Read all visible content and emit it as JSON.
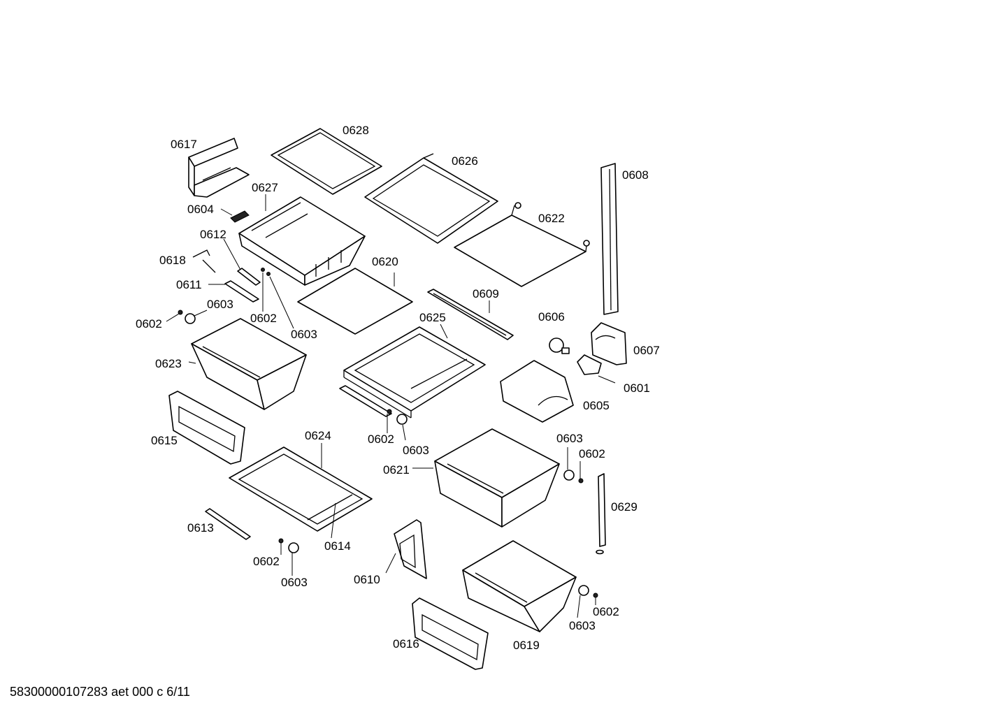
{
  "footer": "58300000107283 aet 000 c 6/11",
  "labels": {
    "l0628": "0628",
    "l0617": "0617",
    "l0626": "0626",
    "l0608": "0608",
    "l0627": "0627",
    "l0604": "0604",
    "l0622": "0622",
    "l0612": "0612",
    "l0618": "0618",
    "l0620": "0620",
    "l0611": "0611",
    "l0609": "0609",
    "l0603a": "0603",
    "l0602a": "0602",
    "l0602b": "0602",
    "l0606": "0606",
    "l0625": "0625",
    "l0603b": "0603",
    "l0607": "0607",
    "l0623": "0623",
    "l0601": "0601",
    "l0605": "0605",
    "l0615": "0615",
    "l0624": "0624",
    "l0602c": "0602",
    "l0603c": "0603",
    "l0603d": "0603",
    "l0602d": "0602",
    "l0621": "0621",
    "l0629": "0629",
    "l0613": "0613",
    "l0614": "0614",
    "l0602e": "0602",
    "l0603e": "0603",
    "l0610": "0610",
    "l0602f": "0602",
    "l0603f": "0603",
    "l0616": "0616",
    "l0619": "0619"
  }
}
